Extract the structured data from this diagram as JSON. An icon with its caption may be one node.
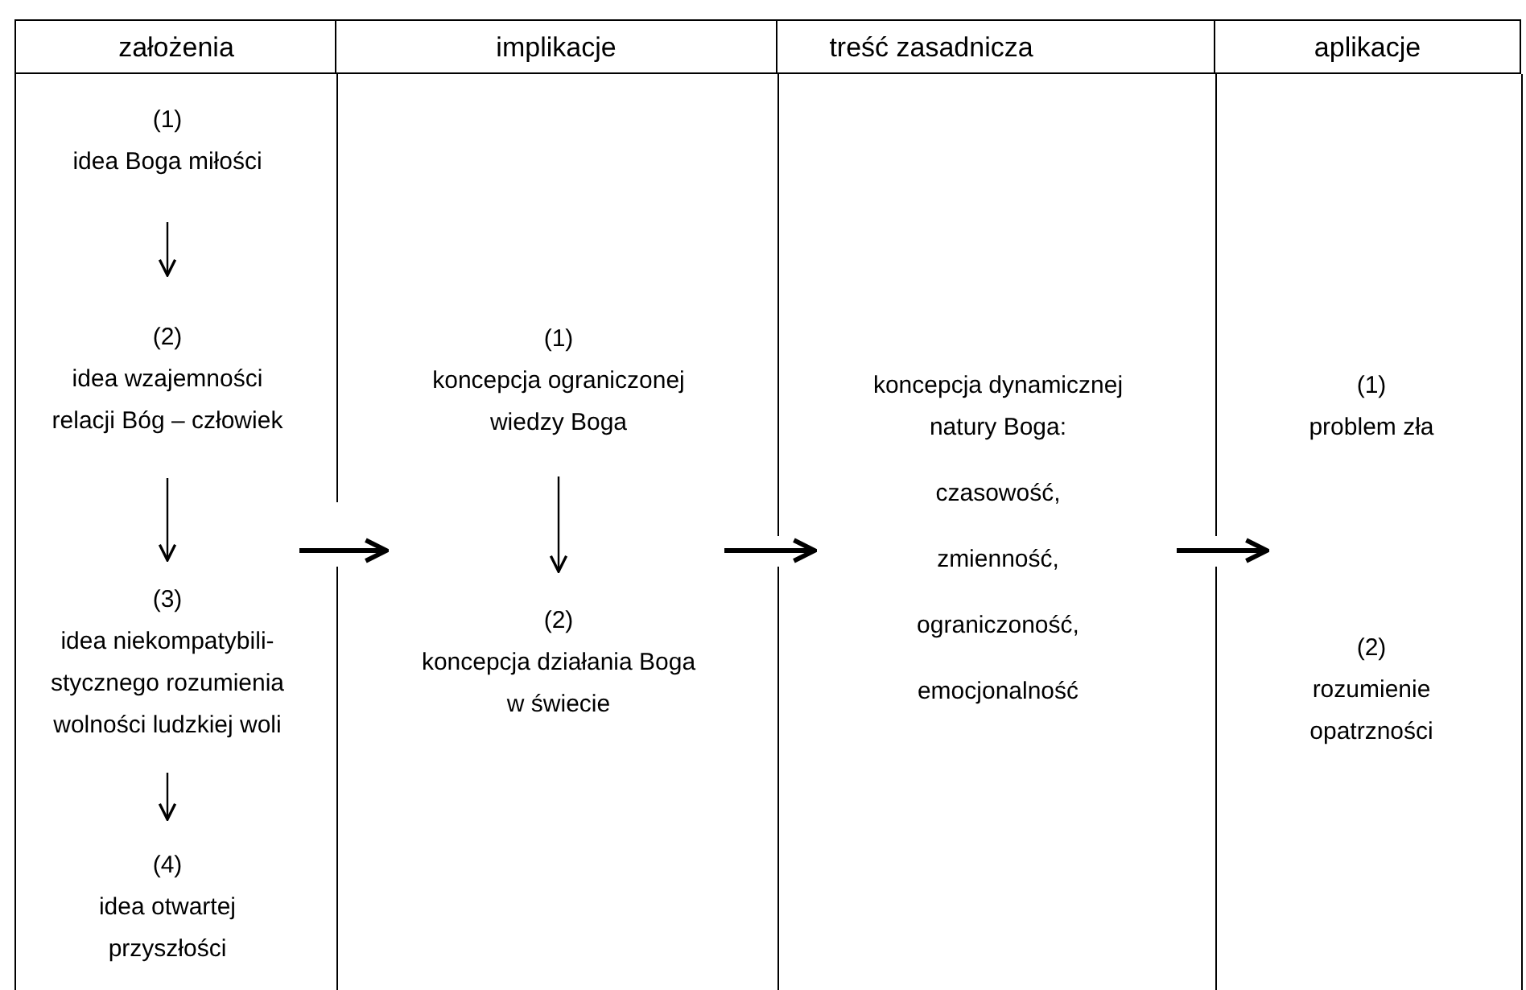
{
  "diagram": {
    "nodes": [
      {
        "text": [
          "założenia"
        ]
      },
      {
        "text": [
          "(1)",
          "idea Boga miłości"
        ],
        "in": 0
      },
      {
        "text": [
          "(2)",
          "idea wzajemności relacji Bóg – człowiek"
        ],
        "in": 0
      },
      {
        "text": [
          "(3)",
          "idea niekompatybili- stycznego rozumienia wolności ludzkiej woli"
        ],
        "in": 0
      },
      {
        "text": [
          "(4)",
          "idea otwartej przyszłości"
        ],
        "in": 0
      },
      {
        "text": [
          "implikacje"
        ]
      },
      {
        "text": [
          "(1)",
          "koncepcja ograniczonej wiedzy Boga"
        ],
        "in": 5
      },
      {
        "text": [
          "(2)",
          "koncepcja działania Boga w świecie"
        ],
        "in": 5
      },
      {
        "text": [
          "treść zasadnicza"
        ]
      },
      {
        "text": [
          "koncepcja dynamicznej natury Boga:",
          "czasowość,",
          "zmienność,",
          "ograniczoność,",
          "emocjonalność"
        ],
        "in": 8
      },
      {
        "text": [
          "aplikacje"
        ]
      },
      {
        "text": [
          "(1)",
          "problem zła"
        ],
        "in": 10
      },
      {
        "text": [
          "(2)",
          "rozumienie opatrzności"
        ],
        "in": 10
      }
    ],
    "edges": [
      {
        "from": 1,
        "to": 2,
        "arrow": "to"
      },
      {
        "from": 2,
        "to": 3,
        "arrow": "to"
      },
      {
        "from": 3,
        "to": 4,
        "arrow": "to"
      },
      {
        "from": 6,
        "to": 7,
        "arrow": "to"
      },
      {
        "from": 0,
        "to": 5,
        "arrow": "to",
        "style": "thick"
      },
      {
        "from": 5,
        "to": 8,
        "arrow": "to",
        "style": "thick"
      },
      {
        "from": 8,
        "to": 10,
        "arrow": "to",
        "style": "thick"
      }
    ]
  }
}
